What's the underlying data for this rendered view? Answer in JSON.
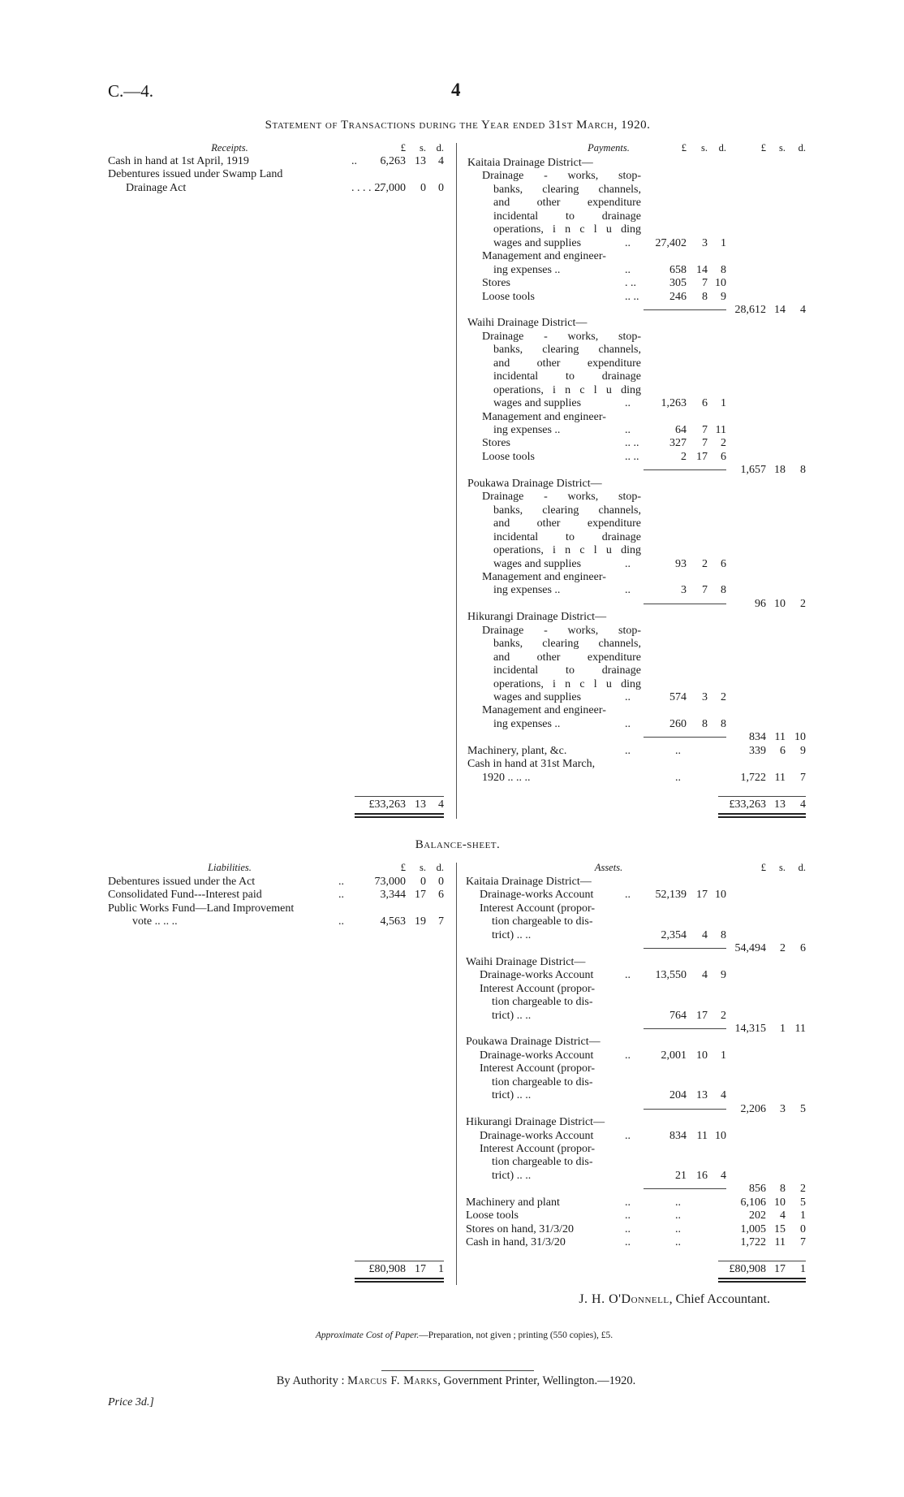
{
  "header": {
    "doc_ref": "C.—4.",
    "page_number": "4",
    "title": "Statement of Transactions during the Year ended 31st March, 1920."
  },
  "currency_headers": {
    "pounds": "£",
    "shillings": "s.",
    "pence": "d."
  },
  "receipts": {
    "heading": "Receipts.",
    "rows": [
      {
        "lines": [
          "Cash in hand at 1st April, 1919"
        ],
        "leader": "..",
        "amount": [
          "6,263",
          "13",
          "4"
        ]
      },
      {
        "lines": [
          "Debentures issued under Swamp Land",
          "Drainage Act"
        ],
        "leader": ". .          . .          . .",
        "amount": [
          "27,000",
          "0",
          "0"
        ]
      }
    ],
    "total": [
      "£33,263",
      "13",
      "4"
    ]
  },
  "payments": {
    "heading": "Payments.",
    "sections": [
      {
        "heading": "Kaitaia Drainage District—",
        "items": [
          {
            "lines": [
              "Drainage - works, stop-",
              "banks, clearing channels,",
              "and other expenditure",
              "incidental to drainage",
              "operations, i n c l u ding",
              "wages and supplies"
            ],
            "leader": "..",
            "amount": [
              "27,402",
              "3",
              "1"
            ]
          },
          {
            "lines": [
              "Management and engineer-",
              "ing expenses .."
            ],
            "leader": "..",
            "amount": [
              "658",
              "14",
              "8"
            ]
          },
          {
            "lines": [
              "Stores"
            ],
            "leader": ".        ..",
            "amount": [
              "305",
              "7",
              "10"
            ]
          },
          {
            "lines": [
              "Loose tools"
            ],
            "leader": "..        ..",
            "amount": [
              "246",
              "8",
              "9"
            ]
          }
        ],
        "total": [
          "28,612",
          "14",
          "4"
        ]
      },
      {
        "heading": "Waihi Drainage District—",
        "items": [
          {
            "lines": [
              "Drainage - works, stop-",
              "banks, clearing channels,",
              "and other expenditure",
              "incidental to drainage",
              "operations, i n c l u ding",
              "wages and supplies"
            ],
            "leader": "..",
            "amount": [
              "1,263",
              "6",
              "1"
            ]
          },
          {
            "lines": [
              "Management and engineer-",
              "ing expenses .."
            ],
            "leader": "..",
            "amount": [
              "64",
              "7",
              "11"
            ]
          },
          {
            "lines": [
              "Stores"
            ],
            "leader": "..        ..",
            "amount": [
              "327",
              "7",
              "2"
            ]
          },
          {
            "lines": [
              "Loose tools"
            ],
            "leader": "..        ..",
            "amount": [
              "2",
              "17",
              "6"
            ]
          }
        ],
        "total": [
          "1,657",
          "18",
          "8"
        ]
      },
      {
        "heading": "Poukawa Drainage District—",
        "items": [
          {
            "lines": [
              "Drainage - works, stop-",
              "banks, clearing channels,",
              "and other expenditure",
              "incidental to drainage",
              "operations, i n c l u ding",
              "wages and supplies"
            ],
            "leader": "..",
            "amount": [
              "93",
              "2",
              "6"
            ]
          },
          {
            "lines": [
              "Management and engineer-",
              "ing expenses .."
            ],
            "leader": "..",
            "amount": [
              "3",
              "7",
              "8"
            ]
          }
        ],
        "total": [
          "96",
          "10",
          "2"
        ]
      },
      {
        "heading": "Hikurangi Drainage District—",
        "items": [
          {
            "lines": [
              "Drainage - works, stop-",
              "banks, clearing channels,",
              "and other expenditure",
              "incidental to drainage",
              "operations, i n c l u ding",
              "wages and supplies"
            ],
            "leader": "..",
            "amount": [
              "574",
              "3",
              "2"
            ]
          },
          {
            "lines": [
              "Management and engineer-",
              "ing expenses .."
            ],
            "leader": "..",
            "amount": [
              "260",
              "8",
              "8"
            ]
          }
        ],
        "total": [
          "834",
          "11",
          "10"
        ]
      }
    ],
    "others": [
      {
        "lines": [
          "Machinery, plant, &c."
        ],
        "leader": "..",
        "mid": "..",
        "total": [
          "339",
          "6",
          "9"
        ]
      },
      {
        "lines": [
          "Cash in hand at 31st March,",
          "1920   ..             ..           .."
        ],
        "leader": "",
        "mid": "..",
        "total": [
          "1,722",
          "11",
          "7"
        ]
      }
    ],
    "total": [
      "£33,263",
      "13",
      "4"
    ]
  },
  "balance_sheet": {
    "title": "Balance-sheet.",
    "liabilities": {
      "heading": "Liabilities.",
      "rows": [
        {
          "lines": [
            "Debentures issued under the Act"
          ],
          "leader": "..",
          "amount": [
            "73,000",
            "0",
            "0"
          ]
        },
        {
          "lines": [
            "Consolidated Fund---Interest paid"
          ],
          "leader": "..",
          "amount": [
            "3,344",
            "17",
            "6"
          ]
        },
        {
          "lines": [
            "Public Works Fund—Land Improvement",
            "vote      ..           ..           .."
          ],
          "leader": "..",
          "amount": [
            "4,563",
            "19",
            "7"
          ]
        }
      ],
      "total": [
        "£80,908",
        "17",
        "1"
      ]
    },
    "assets": {
      "heading": "Assets.",
      "sections": [
        {
          "heading": "Kaitaia Drainage District—",
          "items": [
            {
              "lines": [
                "Drainage-works Account"
              ],
              "leader": "..",
              "amount": [
                "52,139",
                "17",
                "10"
              ]
            },
            {
              "lines": [
                "Interest Account (propor-",
                "tion chargeable to dis-",
                "trict)          ..           .."
              ],
              "leader": "",
              "amount": [
                "2,354",
                "4",
                "8"
              ]
            }
          ],
          "total": [
            "54,494",
            "2",
            "6"
          ]
        },
        {
          "heading": "Waihi Drainage District—",
          "items": [
            {
              "lines": [
                "Drainage-works Account"
              ],
              "leader": "..",
              "amount": [
                "13,550",
                "4",
                "9"
              ]
            },
            {
              "lines": [
                "Interest Account (propor-",
                "tion chargeable to dis-",
                "trict)          ..           .."
              ],
              "leader": "",
              "amount": [
                "764",
                "17",
                "2"
              ]
            }
          ],
          "total": [
            "14,315",
            "1",
            "11"
          ]
        },
        {
          "heading": "Poukawa Drainage District—",
          "items": [
            {
              "lines": [
                "Drainage-works Account"
              ],
              "leader": "..",
              "amount": [
                "2,001",
                "10",
                "1"
              ]
            },
            {
              "lines": [
                "Interest Account (propor-",
                "tion chargeable to dis-",
                "trict)          ..           .."
              ],
              "leader": "",
              "amount": [
                "204",
                "13",
                "4"
              ]
            }
          ],
          "total": [
            "2,206",
            "3",
            "5"
          ]
        },
        {
          "heading": "Hikurangi Drainage District—",
          "items": [
            {
              "lines": [
                "Drainage-works Account"
              ],
              "leader": "..",
              "amount": [
                "834",
                "11",
                "10"
              ]
            },
            {
              "lines": [
                "Interest Account (propor-",
                "tion chargeable to dis-",
                "trict)          ..           .."
              ],
              "leader": "",
              "amount": [
                "21",
                "16",
                "4"
              ]
            }
          ],
          "total": [
            "856",
            "8",
            "2"
          ]
        }
      ],
      "others": [
        {
          "lines": [
            "Machinery and plant"
          ],
          "leader": "..",
          "mid": "..",
          "total": [
            "6,106",
            "10",
            "5"
          ]
        },
        {
          "lines": [
            "Loose tools"
          ],
          "leader": "..",
          "mid": "..",
          "total": [
            "202",
            "4",
            "1"
          ]
        },
        {
          "lines": [
            "Stores on hand, 31/3/20"
          ],
          "leader": "..",
          "mid": "..",
          "total": [
            "1,005",
            "15",
            "0"
          ]
        },
        {
          "lines": [
            "Cash in hand, 31/3/20"
          ],
          "leader": "..",
          "mid": "..",
          "total": [
            "1,722",
            "11",
            "7"
          ]
        }
      ],
      "total": [
        "£80,908",
        "17",
        "1"
      ]
    }
  },
  "signature": {
    "name": "J. H. O'Donnell",
    "title": ", Chief Accountant."
  },
  "cost_note": {
    "label": "Approximate Cost of Paper.",
    "text": "—Preparation, not given ;  printing (550 copies), £5."
  },
  "imprint": {
    "prefix": "By Authority : ",
    "printer": "Marcus F. Marks",
    "suffix": ", Government Printer, Wellington.—1920."
  },
  "price": "Price 3d.]"
}
